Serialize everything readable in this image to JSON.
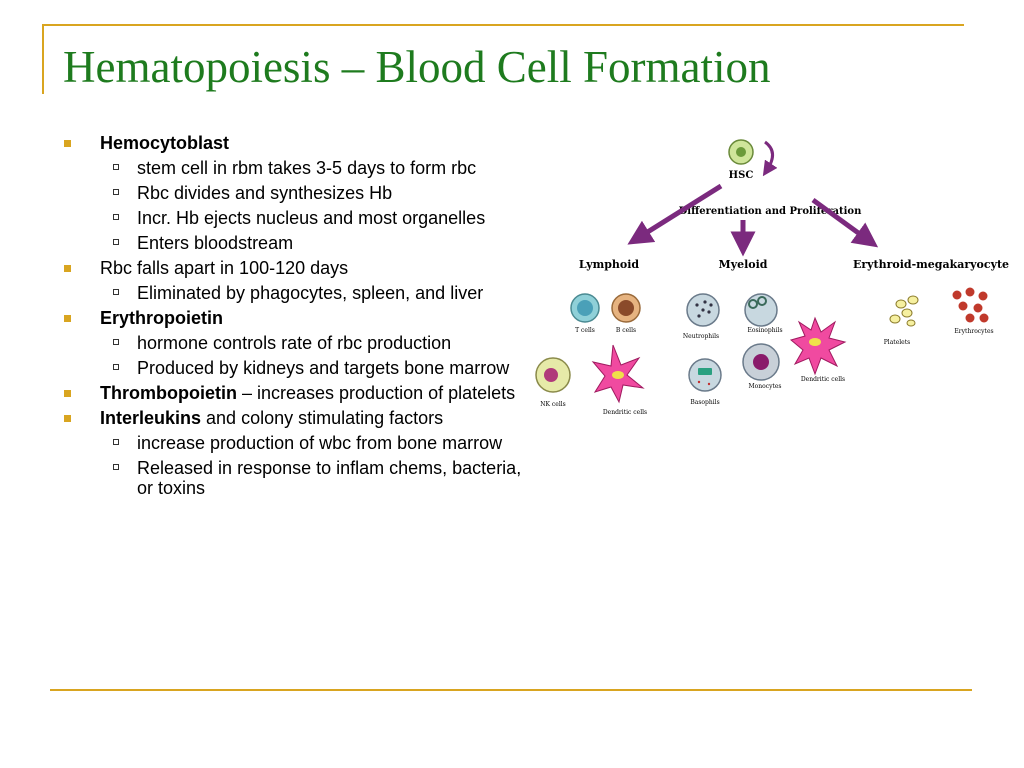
{
  "slide": {
    "title": "Hematopoiesis – Blood Cell Formation"
  },
  "bullets": [
    {
      "bold": "Hemocytoblast",
      "text": ""
    },
    {
      "sub": "stem cell in rbm takes 3-5 days to form rbc"
    },
    {
      "sub": "Rbc divides and synthesizes Hb"
    },
    {
      "sub": "Incr. Hb ejects nucleus and most organelles"
    },
    {
      "sub": "Enters bloodstream"
    },
    {
      "bold": "",
      "text": "Rbc falls apart in 100-120 days"
    },
    {
      "sub": "Eliminated by phagocytes, spleen, and liver"
    },
    {
      "bold": "Erythropoietin",
      "text": ""
    },
    {
      "sub": "hormone controls rate of rbc production"
    },
    {
      "sub": "Produced by kidneys and targets bone marrow"
    },
    {
      "bold": "Thrombopoietin",
      "text": " – increases production of platelets"
    },
    {
      "bold": "Interleukins",
      "text": " and colony stimulating factors"
    },
    {
      "sub": "increase production of wbc from bone marrow"
    },
    {
      "sub": "Released in response to inflam chems, bacteria, or toxins"
    }
  ],
  "diagram": {
    "hsc": "HSC",
    "process": "Differentiation and Proliferation",
    "lineages": {
      "lymphoid": "Lymphoid",
      "myeloid": "Myeloid",
      "erythroid": "Erythroid-megakaryocyte"
    },
    "cells": {
      "t_cells": "T cells",
      "b_cells": "B cells",
      "nk_cells": "NK cells",
      "dendritic_lymphoid": "Dendritic cells",
      "neutrophils": "Neutrophils",
      "eosinophils": "Eosinophils",
      "basophils": "Basophils",
      "monocytes": "Monocytes",
      "dendritic_myeloid": "Dendritic cells",
      "platelets": "Platelets",
      "erythrocytes": "Erythrocytes"
    }
  },
  "colors": {
    "title": "#1e7b1e",
    "accent": "#d9a520",
    "arrow": "#7b2a7e"
  },
  "icons": {
    "bullet": "square-bullet-icon",
    "sub_bullet": "hollow-square-bullet-icon"
  }
}
